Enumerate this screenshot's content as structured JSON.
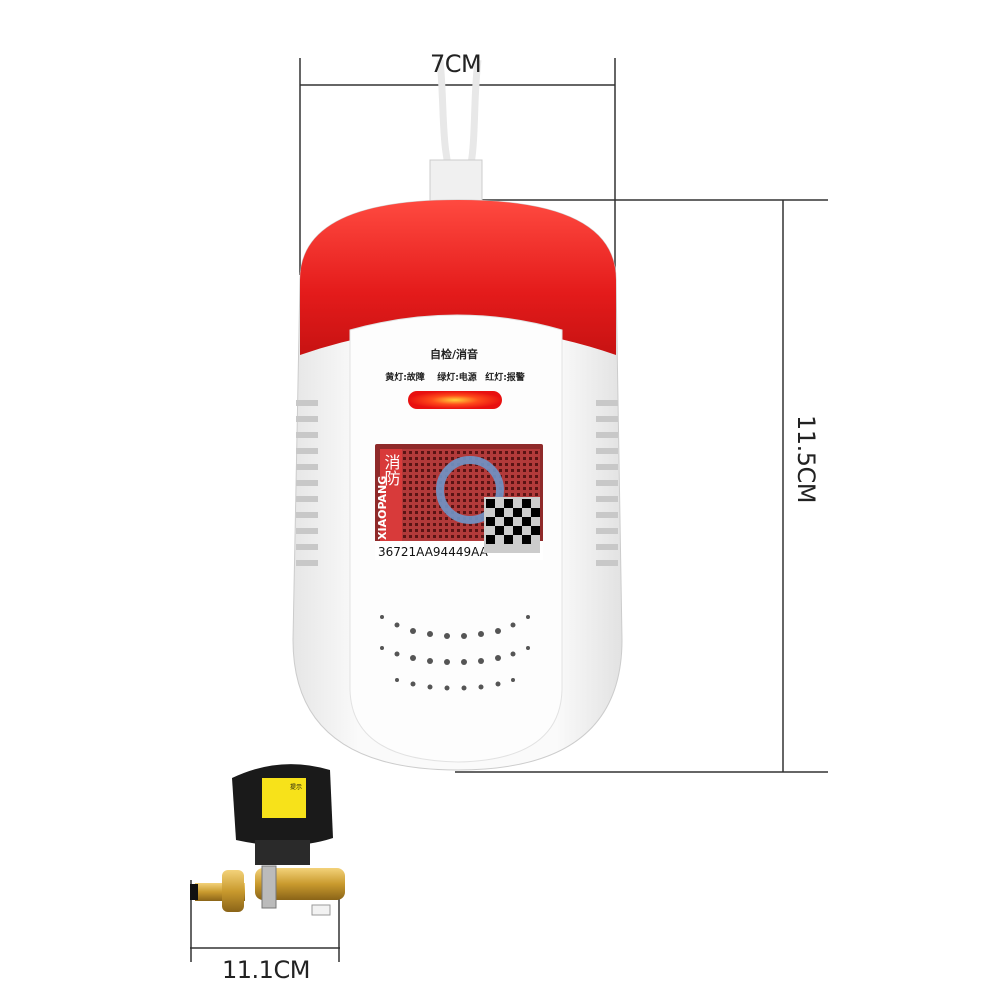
{
  "dimensions": {
    "width": "7CM",
    "height": "11.5CM",
    "valve_length": "11.1CM"
  },
  "detector": {
    "test_button_label": "自检/消音",
    "indicator_yellow": "黄灯:故障",
    "indicator_green": "绿灯:电源",
    "indicator_red": "红灯:报警",
    "badge_text_cn": "消防",
    "badge_text_en": "XIAOPANG",
    "serial_number": "36721AA94449AA",
    "colors": {
      "cap": "#e8201f",
      "body": "#f4f4f4",
      "badge": "#9b2a2a",
      "led": "#ff3a1a"
    }
  },
  "valve": {
    "warning_label_title": "提示"
  }
}
